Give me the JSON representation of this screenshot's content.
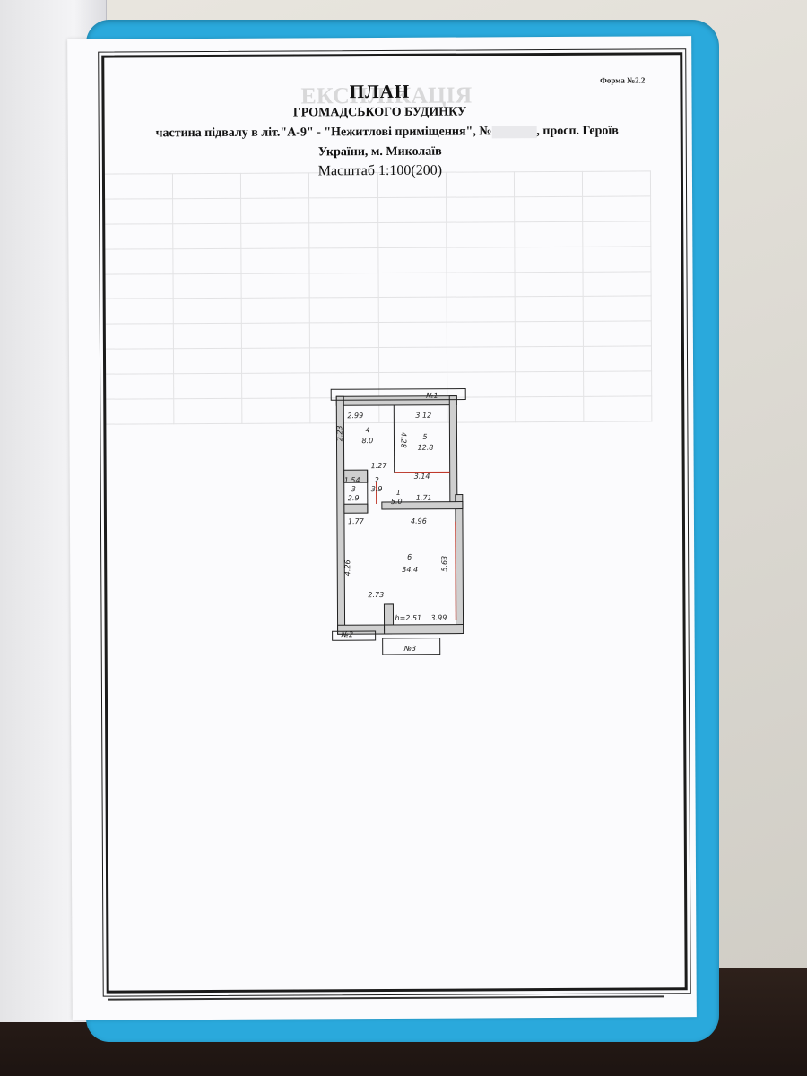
{
  "form_number": "Форма №2.2",
  "header": {
    "title": "ПЛАН",
    "subtitle": "ГРОМАДСЬКОГО БУДИНКУ",
    "address_line1_a": "частина підвалу в літ.\"А-9\" - \"Нежитлові приміщення\", №",
    "address_line1_b": ", просп. Героїв",
    "address_line2": "України, м. Миколаїв",
    "scale": "Масштаб 1:100(200)"
  },
  "ghost_text": "ЕКСПЛІКАЦІЯ",
  "plan": {
    "doors": [
      "№1",
      "№2",
      "№3"
    ],
    "height_label": "h=2.51",
    "dimensions": [
      "2.99",
      "3.12",
      "2.23",
      "4.28",
      "1.27",
      "1.54",
      "3.14",
      "1.77",
      "4.96",
      "4.26",
      "5.63",
      "2.73",
      "3.99",
      "1.71"
    ],
    "rooms": [
      {
        "number": "1",
        "area": "5.0"
      },
      {
        "number": "2",
        "area": "3.9"
      },
      {
        "number": "3",
        "area": "2.9"
      },
      {
        "number": "4",
        "area": "8.0"
      },
      {
        "number": "5",
        "area": "12.8"
      },
      {
        "number": "6",
        "area": "34.4"
      }
    ]
  }
}
